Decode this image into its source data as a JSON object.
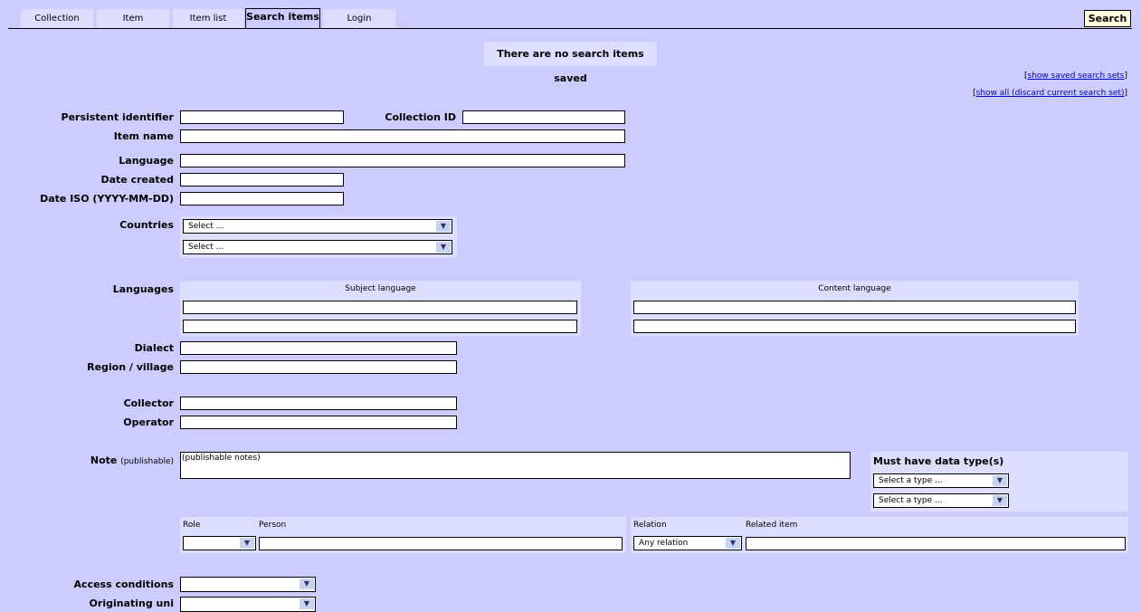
{
  "tabs": [
    {
      "label": "Collection"
    },
    {
      "label": "Item"
    },
    {
      "label": "Item list"
    },
    {
      "label": "Search items"
    },
    {
      "label": "Login"
    }
  ],
  "search_button": "Search",
  "message": "There are no search items saved",
  "links": {
    "saved": "show saved search sets",
    "show_all": "show all (discard current search set)"
  },
  "labels": {
    "pid": "Persistent identifier",
    "collection_id": "Collection ID",
    "item_name": "Item name",
    "language": "Language",
    "date_created": "Date created",
    "date_iso": "Date ISO (YYYY-MM-DD)",
    "countries": "Countries",
    "languages": "Languages",
    "dialect": "Dialect",
    "region": "Region / village",
    "collector": "Collector",
    "operator": "Operator",
    "note": "Note",
    "note_sub": "(publishable)",
    "access": "Access conditions",
    "originating": "Originating uni"
  },
  "countries": {
    "select1": "Select ...",
    "select2": "Select ..."
  },
  "languages": {
    "subject": "Subject language",
    "content": "Content language"
  },
  "note_value": "(publishable notes)",
  "datatype": {
    "title": "Must have data type(s)",
    "select1": "Select a type ...",
    "select2": "Select a type ..."
  },
  "role": {
    "role": "Role",
    "person": "Person",
    "role_value": ""
  },
  "relation": {
    "relation": "Relation",
    "related": "Related item",
    "relation_value": "Any relation"
  },
  "access_value": ""
}
